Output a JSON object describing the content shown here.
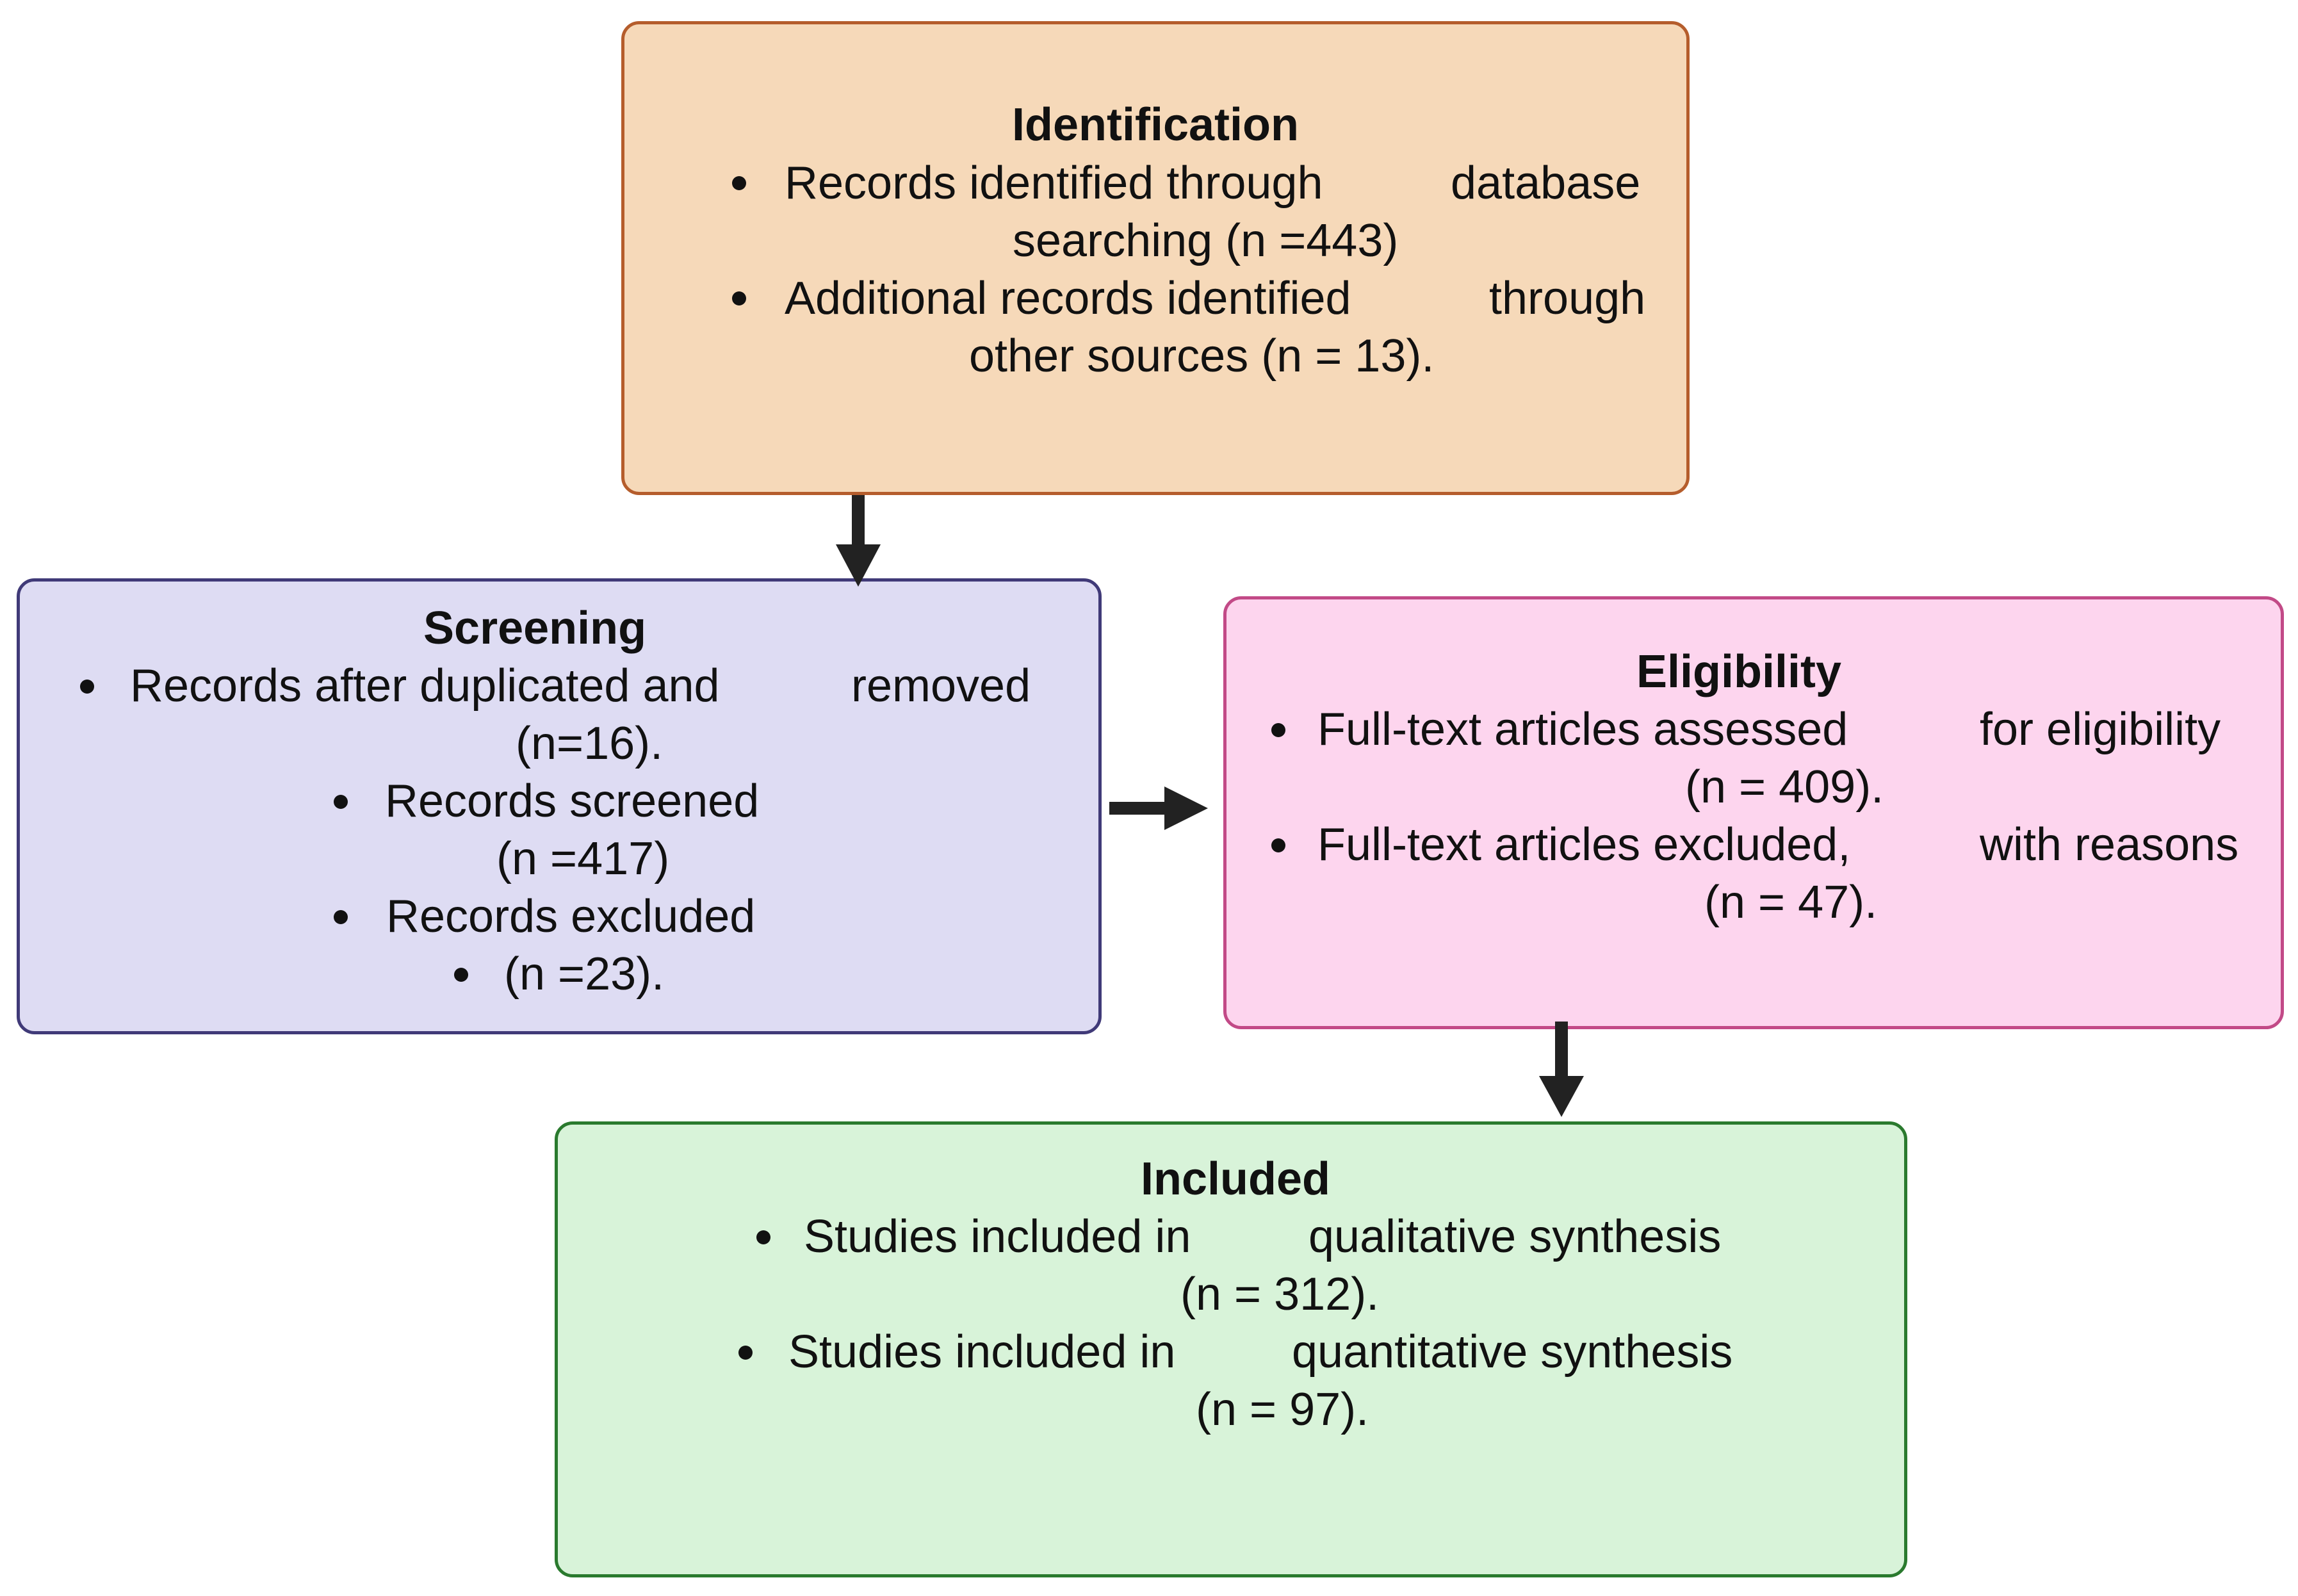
{
  "colors": {
    "identification": {
      "fill": "#f6d9b9",
      "border": "#b55d2c"
    },
    "screening": {
      "fill": "#dedcf3",
      "border": "#403a78"
    },
    "eligibility": {
      "fill": "#fdd5ee",
      "border": "#c24a87"
    },
    "included": {
      "fill": "#d8f3d9",
      "border": "#2a7a2e"
    },
    "arrow": "#222222",
    "text": "#111111"
  },
  "identification": {
    "title": "Identification",
    "item1_line1_a": "Records identified through",
    "item1_line1_b": "database",
    "item1_line2": "searching (n =443)",
    "item2_line1_a": "Additional records identified",
    "item2_line1_b": "through",
    "item2_line2": "other sources (n = 13)."
  },
  "screening": {
    "title": "Screening",
    "item1_line1_a": "Records after duplicated and",
    "item1_line1_b": "removed",
    "item1_line2": "(n=16).",
    "item2_line1": "Records screened",
    "item2_line2": "(n =417)",
    "item3_line1": "Records excluded",
    "item4_line1": "(n =23)."
  },
  "eligibility": {
    "title": "Eligibility",
    "item1_line1_a": "Full-text articles assessed",
    "item1_line1_b": "for eligibility",
    "item1_line2": "(n = 409).",
    "item2_line1_a": "Full-text articles excluded,",
    "item2_line1_b": "with reasons",
    "item2_line2": "(n = 47)."
  },
  "included": {
    "title": "Included",
    "item1_line1_a": "Studies included in",
    "item1_line1_b": "qualitative synthesis",
    "item1_line2": "(n = 312).",
    "item2_line1_a": "Studies included in",
    "item2_line1_b": "quantitative synthesis",
    "item2_line2": "(n = 97)."
  }
}
